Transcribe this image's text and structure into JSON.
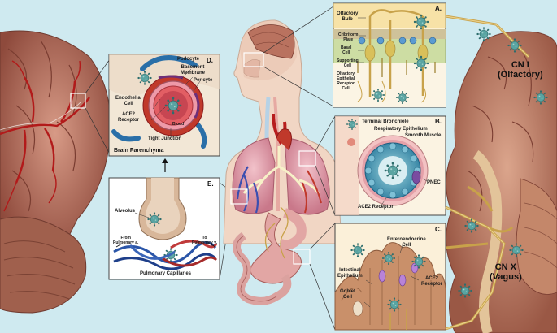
{
  "panels": {
    "a": {
      "letter": "A.",
      "labels": {
        "olfactory_bulb": "Olfactory\nBulb",
        "cribriform": "Cribriform\nPlate",
        "basal": "Basal\nCell",
        "supporting": "Supporting\nCell",
        "receptor": "Olfactory\nEpithelial\nReceptor\nCell"
      }
    },
    "b": {
      "letter": "B.",
      "labels": {
        "bronchiole": "Terminal Bronchiole",
        "resp_epi": "Respiratory Epithelium",
        "smooth": "Smooth Muscle",
        "pnec": "PNEC",
        "ace2": "ACE2 Receptor"
      }
    },
    "c": {
      "letter": "C.",
      "labels": {
        "entero": "Enteroendocrine\nCell",
        "intestinal": "Intestinal\nEpithelium",
        "ace2": "ACE2\nReceptor",
        "goblet": "Goblet\nCell"
      }
    },
    "d": {
      "letter": "D.",
      "labels": {
        "podocyte": "Podocyte",
        "basement": "Basement\nMembrane",
        "pericyte": "Pericyte",
        "endothelial": "Endothelial\nCell",
        "ace2": "ACE2\nReceptor",
        "blood": "Blood",
        "tight": "Tight Junction"
      },
      "footer": "Brain Parenchyma"
    },
    "e": {
      "letter": "E.",
      "labels": {
        "alveolus": "Alveolus",
        "from": "From\nPulmonary a.",
        "to": "To\nPulmonary v.",
        "capillaries": "Pulmonary Capillaries"
      }
    }
  },
  "nerves": {
    "cn1": "CN I\n(Olfactory)",
    "cn10": "CN X\n(Vagus)"
  },
  "colors": {
    "background": "#cfeaf0",
    "brain": "#b46f5d",
    "virus": "#3f8d8c",
    "vessel": "#b71e1e",
    "nerve": "#c8a24a",
    "lung": "#e6a3b0"
  }
}
